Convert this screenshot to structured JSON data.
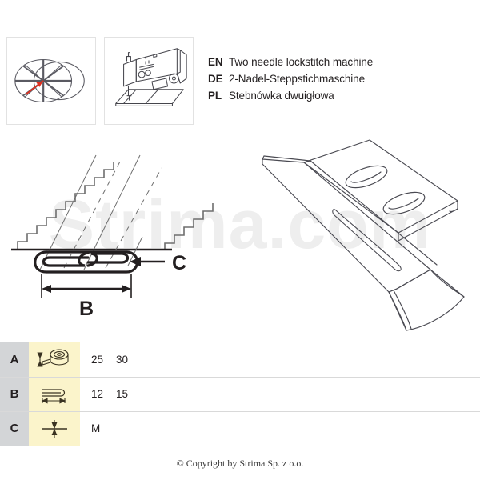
{
  "machine_types": {
    "rows": [
      {
        "code": "EN",
        "text": "Two needle lockstitch machine"
      },
      {
        "code": "DE",
        "text": "2-Nadel-Steppstichmaschine"
      },
      {
        "code": "PL",
        "text": "Stebnówka dwuigłowa"
      }
    ]
  },
  "icons": {
    "fabric": "fabric-type-icon",
    "machine": "sewing-machine-icon",
    "tape_width": "tape-roll-width-icon",
    "folded_width": "folded-tape-width-icon",
    "thickness": "material-thickness-icon"
  },
  "diagram": {
    "label_b": "B",
    "label_c": "C",
    "watermark": "Strima.com"
  },
  "spec_table": {
    "rows": [
      {
        "letter": "A",
        "icon": "tape-roll-width-icon",
        "values": [
          "25",
          "30"
        ]
      },
      {
        "letter": "B",
        "icon": "folded-tape-width-icon",
        "values": [
          "12",
          "15"
        ]
      },
      {
        "letter": "C",
        "icon": "material-thickness-icon",
        "values": [
          "M"
        ]
      }
    ]
  },
  "footer": {
    "copyright": "© Copyright by Strima Sp. z o.o."
  },
  "colors": {
    "letter_column": "#d3d5d7",
    "icon_column": "#fbf4cb",
    "line": "#231f20",
    "arrow_accent": "#e03020",
    "watermark": "#eeeeee"
  }
}
